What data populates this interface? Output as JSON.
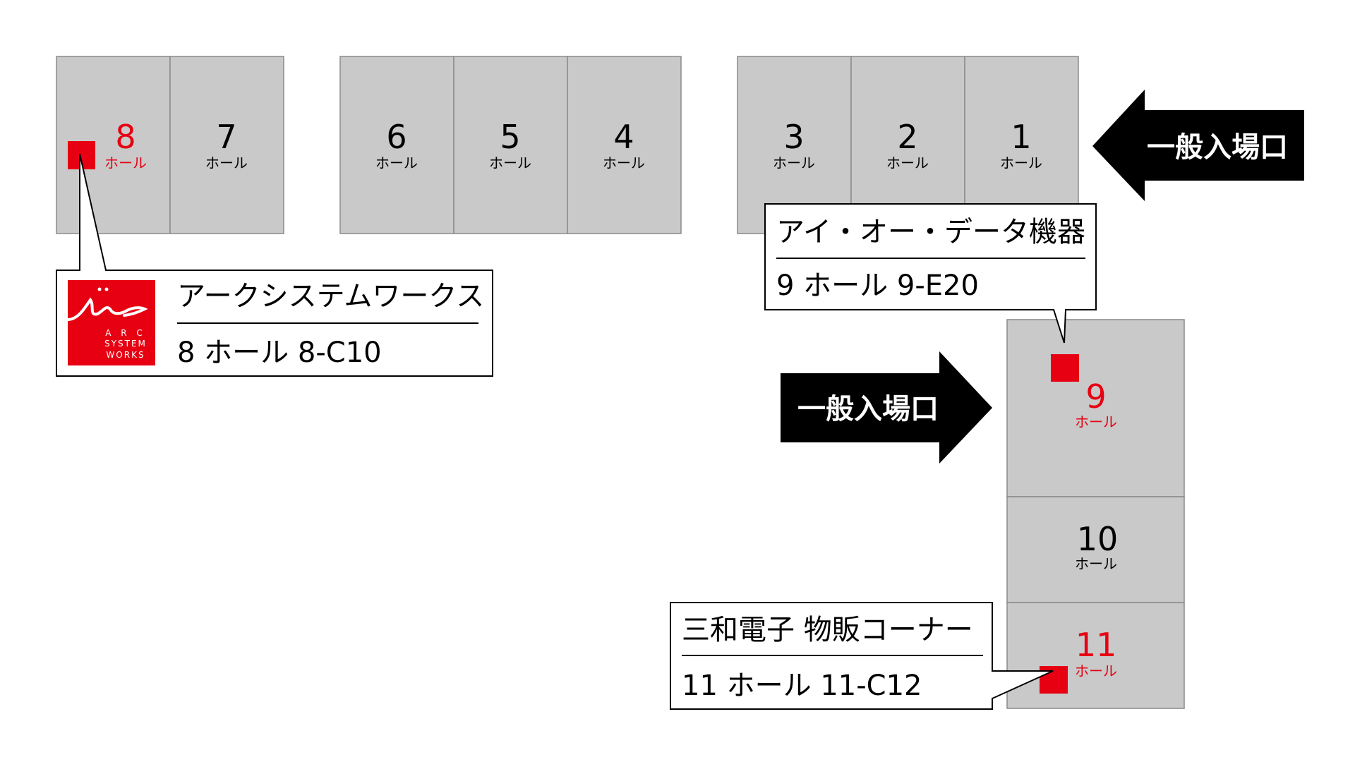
{
  "colors": {
    "hall": "#c9c9c9",
    "highlight": "#e60012",
    "text": "#000000"
  },
  "halls": [
    {
      "number": "8",
      "suffix": "ホール",
      "highlighted": true
    },
    {
      "number": "7",
      "suffix": "ホール",
      "highlighted": false
    },
    {
      "number": "6",
      "suffix": "ホール",
      "highlighted": false
    },
    {
      "number": "5",
      "suffix": "ホール",
      "highlighted": false
    },
    {
      "number": "4",
      "suffix": "ホール",
      "highlighted": false
    },
    {
      "number": "3",
      "suffix": "ホール",
      "highlighted": false
    },
    {
      "number": "2",
      "suffix": "ホール",
      "highlighted": false
    },
    {
      "number": "1",
      "suffix": "ホール",
      "highlighted": false
    },
    {
      "number": "9",
      "suffix": "ホール",
      "highlighted": true
    },
    {
      "number": "10",
      "suffix": "ホール",
      "highlighted": false
    },
    {
      "number": "11",
      "suffix": "ホール",
      "highlighted": true
    }
  ],
  "entrances": [
    {
      "label": "一般入場口",
      "direction": "left"
    },
    {
      "label": "一般入場口",
      "direction": "right"
    }
  ],
  "booths": [
    {
      "name": "アークシステムワークス",
      "location": "8 ホール  8-C10",
      "logo_text": [
        "A R C",
        "SYSTEM",
        "WORKS"
      ]
    },
    {
      "name": "アイ・オー・データ機器",
      "location": "9 ホール  9-E20"
    },
    {
      "name": "三和電子  物販コーナー",
      "location": "11 ホール  11-C12"
    }
  ]
}
